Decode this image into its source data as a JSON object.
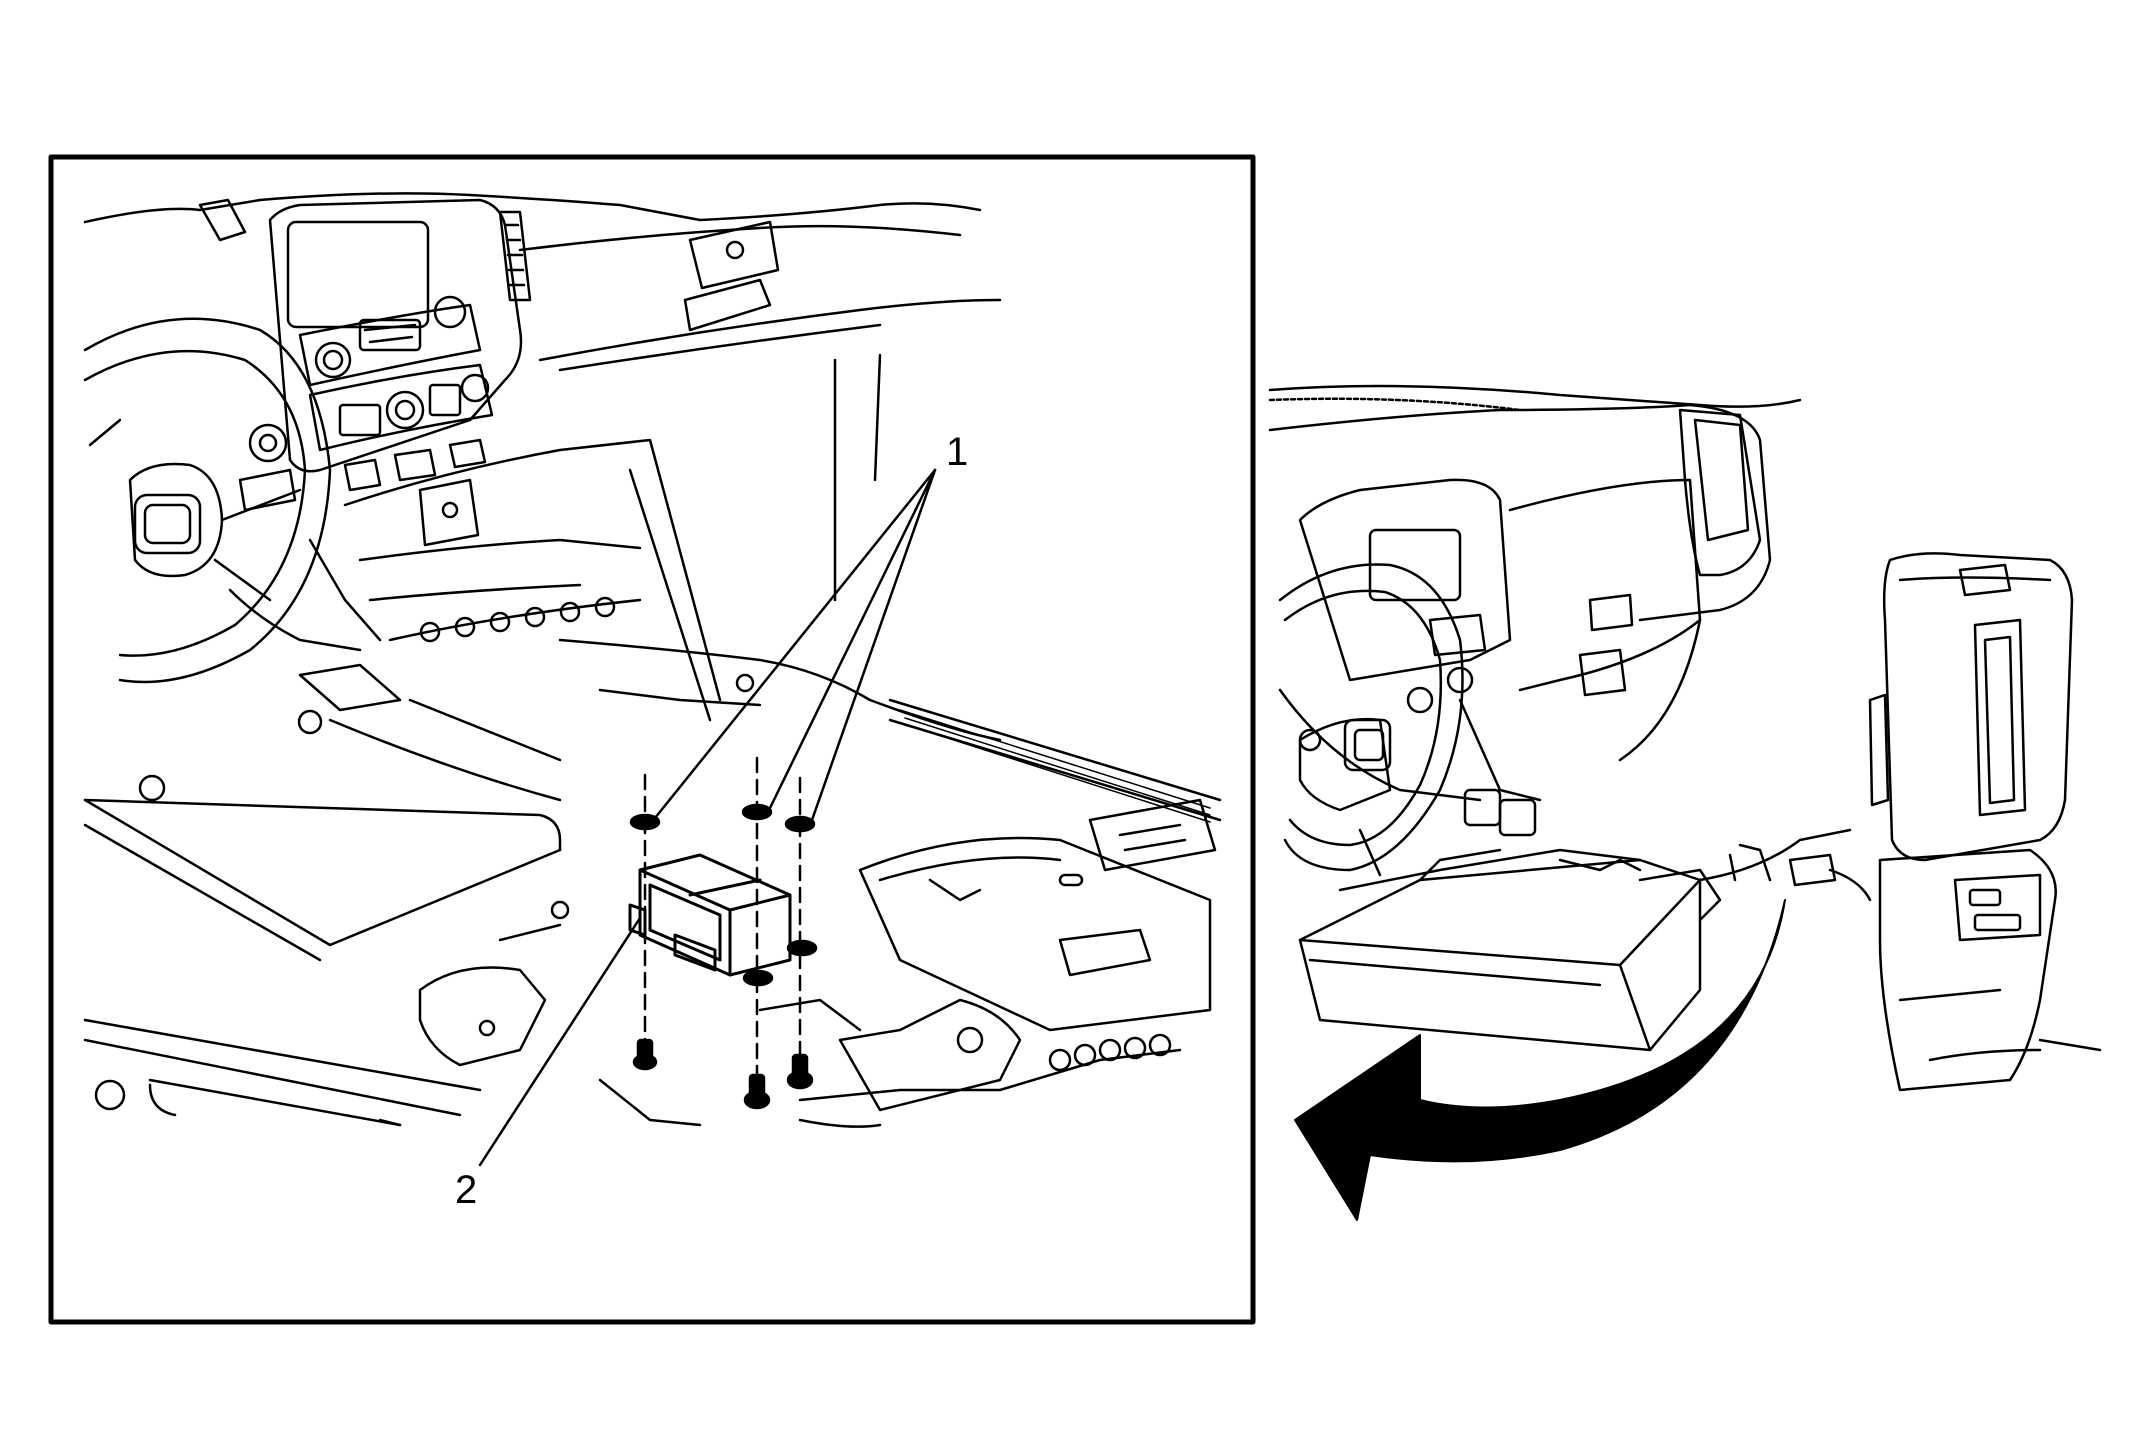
{
  "figure": {
    "callouts": [
      {
        "id": "1",
        "label": "1"
      },
      {
        "id": "2",
        "label": "2"
      }
    ],
    "colors": {
      "line": "#000000",
      "background": "#ffffff"
    },
    "icons": [
      "curved-arrow-icon",
      "bolt-icon",
      "washer-icon"
    ]
  }
}
